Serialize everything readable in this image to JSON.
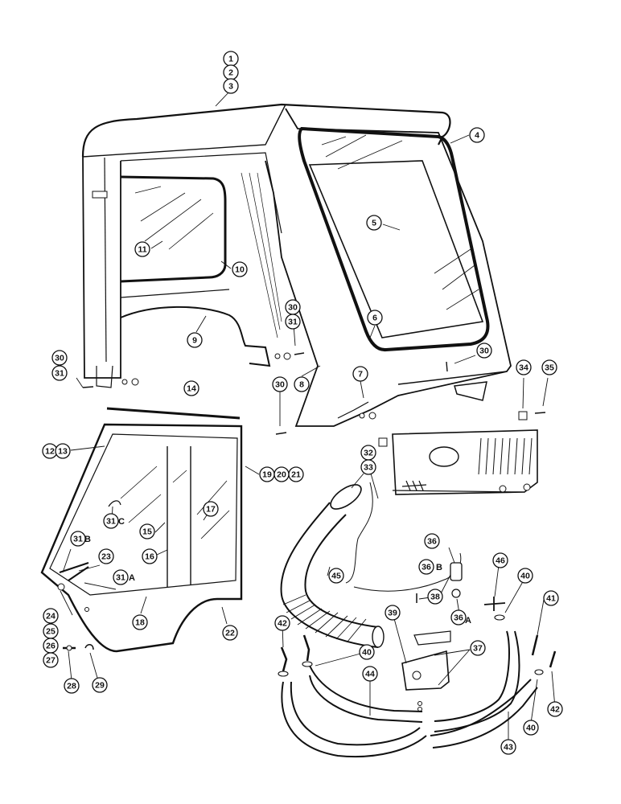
{
  "callouts": [
    {
      "id": "c1",
      "label": "1"
    },
    {
      "id": "c2",
      "label": "2"
    },
    {
      "id": "c3",
      "label": "3"
    },
    {
      "id": "c4",
      "label": "4"
    },
    {
      "id": "c5",
      "label": "5"
    },
    {
      "id": "c6",
      "label": "6"
    },
    {
      "id": "c7",
      "label": "7"
    },
    {
      "id": "c8",
      "label": "8"
    },
    {
      "id": "c9",
      "label": "9"
    },
    {
      "id": "c10",
      "label": "10"
    },
    {
      "id": "c11",
      "label": "11"
    },
    {
      "id": "c12",
      "label": "12"
    },
    {
      "id": "c13",
      "label": "13"
    },
    {
      "id": "c14",
      "label": "14"
    },
    {
      "id": "c15",
      "label": "15"
    },
    {
      "id": "c16",
      "label": "16"
    },
    {
      "id": "c17",
      "label": "17"
    },
    {
      "id": "c18",
      "label": "18"
    },
    {
      "id": "c19",
      "label": "19"
    },
    {
      "id": "c20",
      "label": "20"
    },
    {
      "id": "c21",
      "label": "21"
    },
    {
      "id": "c22",
      "label": "22"
    },
    {
      "id": "c23",
      "label": "23"
    },
    {
      "id": "c24",
      "label": "24"
    },
    {
      "id": "c25",
      "label": "25"
    },
    {
      "id": "c26",
      "label": "26"
    },
    {
      "id": "c27",
      "label": "27"
    },
    {
      "id": "c28",
      "label": "28"
    },
    {
      "id": "c29",
      "label": "29"
    },
    {
      "id": "c30a",
      "label": "30"
    },
    {
      "id": "c31a",
      "label": "31"
    },
    {
      "id": "c30b",
      "label": "30"
    },
    {
      "id": "c31b",
      "label": "31"
    },
    {
      "id": "c30c",
      "label": "30"
    },
    {
      "id": "c30d",
      "label": "30"
    },
    {
      "id": "c31c",
      "label": "31"
    },
    {
      "id": "c31d",
      "label": "31"
    },
    {
      "id": "c31e",
      "label": "31"
    },
    {
      "id": "c32",
      "label": "32"
    },
    {
      "id": "c33",
      "label": "33"
    },
    {
      "id": "c34",
      "label": "34"
    },
    {
      "id": "c35",
      "label": "35"
    },
    {
      "id": "c36a",
      "label": "36"
    },
    {
      "id": "c36b",
      "label": "36"
    },
    {
      "id": "c36c",
      "label": "36"
    },
    {
      "id": "c37",
      "label": "37"
    },
    {
      "id": "c38",
      "label": "38"
    },
    {
      "id": "c39",
      "label": "39"
    },
    {
      "id": "c40a",
      "label": "40"
    },
    {
      "id": "c40b",
      "label": "40"
    },
    {
      "id": "c40c",
      "label": "40"
    },
    {
      "id": "c41",
      "label": "41"
    },
    {
      "id": "c42a",
      "label": "42"
    },
    {
      "id": "c42b",
      "label": "42"
    },
    {
      "id": "c43",
      "label": "43"
    },
    {
      "id": "c44",
      "label": "44"
    },
    {
      "id": "c45",
      "label": "45"
    },
    {
      "id": "c46",
      "label": "46"
    }
  ],
  "letters": [
    {
      "id": "lB1",
      "text": "B"
    },
    {
      "id": "lC",
      "text": "C"
    },
    {
      "id": "lA1",
      "text": "A"
    },
    {
      "id": "lB2",
      "text": "B"
    },
    {
      "id": "lA2",
      "text": "A"
    }
  ]
}
